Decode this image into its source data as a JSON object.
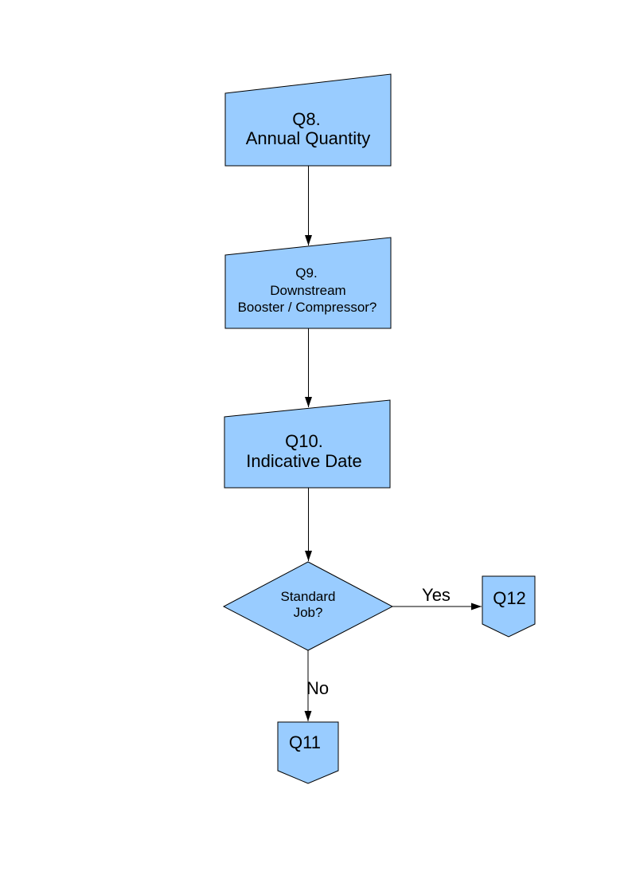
{
  "diagram": {
    "type": "flowchart",
    "nodes": {
      "q8": {
        "shape": "slant-top-box",
        "lines": [
          "Q8.",
          "Annual Quantity"
        ]
      },
      "q9": {
        "shape": "slant-top-box",
        "lines": [
          "Q9.",
          "Downstream",
          "Booster / Compressor?"
        ]
      },
      "q10": {
        "shape": "slant-top-box",
        "lines": [
          "Q10.",
          "Indicative Date"
        ]
      },
      "standard_job": {
        "shape": "decision-diamond",
        "lines": [
          "Standard",
          "Job?"
        ]
      },
      "q12": {
        "shape": "offpage-connector",
        "lines": [
          "Q12"
        ]
      },
      "q11": {
        "shape": "offpage-connector",
        "lines": [
          "Q11"
        ]
      }
    },
    "edges": [
      {
        "from": "q8",
        "to": "q9",
        "label": ""
      },
      {
        "from": "q9",
        "to": "q10",
        "label": ""
      },
      {
        "from": "q10",
        "to": "standard_job",
        "label": ""
      },
      {
        "from": "standard_job",
        "to": "q12",
        "label": "Yes"
      },
      {
        "from": "standard_job",
        "to": "q11",
        "label": "No"
      }
    ],
    "colors": {
      "node_fill": "#99ccff",
      "node_stroke": "#000000",
      "connector": "#000000",
      "text": "#000000",
      "page_background": "#ffffff"
    }
  }
}
